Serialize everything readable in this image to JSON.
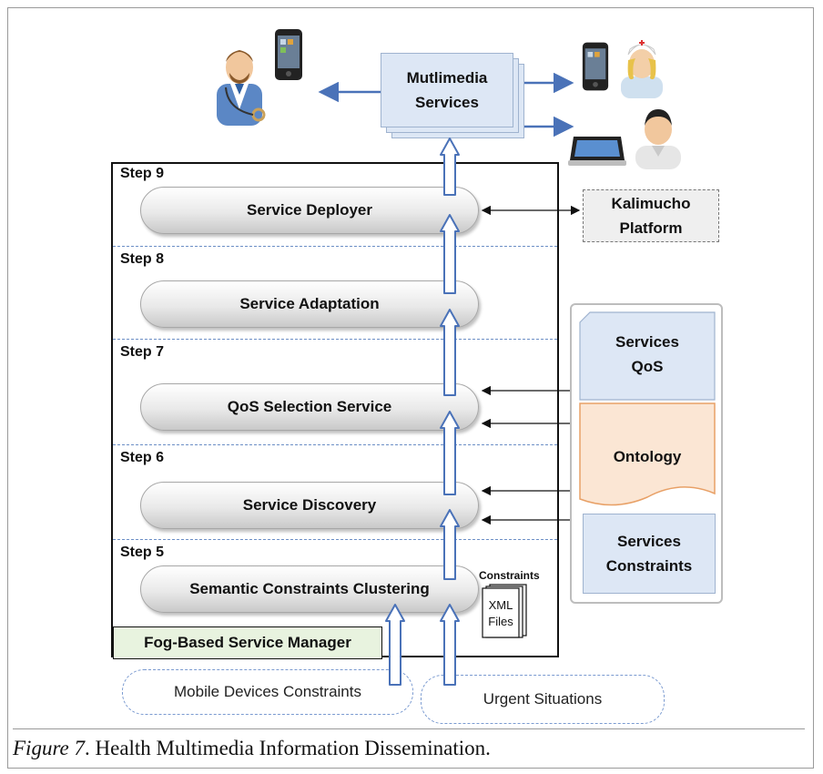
{
  "multimedia": {
    "line1": "Mutlimedia",
    "line2": "Services"
  },
  "steps": [
    {
      "label": "Step 9",
      "service": "Service Deployer"
    },
    {
      "label": "Step 8",
      "service": "Service Adaptation"
    },
    {
      "label": "Step 7",
      "service": "QoS Selection Service"
    },
    {
      "label": "Step 6",
      "service": "Service Discovery"
    },
    {
      "label": "Step 5",
      "service": "Semantic Constraints Clustering"
    }
  ],
  "kalimucho": {
    "line1": "Kalimucho",
    "line2": "Platform"
  },
  "services_qos": {
    "line1": "Services",
    "line2": "QoS"
  },
  "ontology": "Ontology",
  "services_constraints": {
    "line1": "Services",
    "line2": "Constraints"
  },
  "constraints_files": {
    "title": "Constraints",
    "line1": "XML",
    "line2": "Files"
  },
  "manager_label": "Fog-Based Service Manager",
  "inputs": {
    "mobile": "Mobile Devices Constraints",
    "urgent": "Urgent Situations"
  },
  "caption": {
    "figure": "Figure 7",
    "text": ". Health Multimedia Information Dissemination."
  },
  "colors": {
    "service_fill": "#dde7f5",
    "ontology_fill": "#fbe6d4",
    "ontology_border": "#e8a066",
    "arrow": "#4a72b8",
    "manager_label_fill": "#e8f3df"
  },
  "icons": [
    "doctor-icon",
    "smartphone-icon",
    "nurse-icon",
    "tablet-icon",
    "user-icon"
  ]
}
